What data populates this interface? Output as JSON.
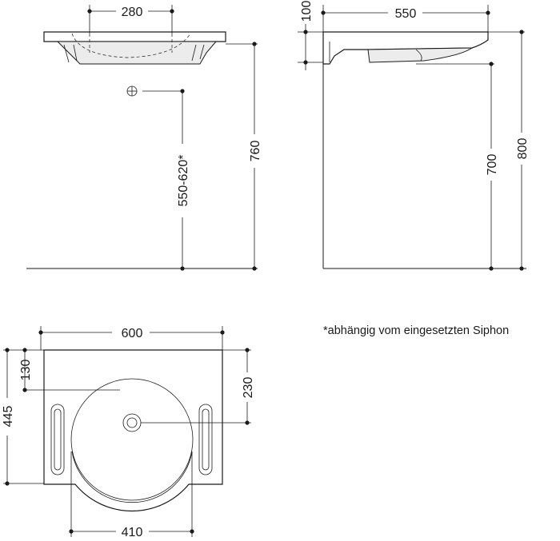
{
  "dimensions": {
    "top_width_280": "280",
    "height_760": "760",
    "height_range": "550-620*",
    "side_depth_550": "550",
    "side_thickness_100": "100",
    "side_height_700": "700",
    "side_height_800": "800",
    "plan_width_600": "600",
    "plan_offset_130": "130",
    "plan_depth_445": "445",
    "plan_drain_230": "230",
    "plan_bowl_410": "410"
  },
  "note": "*abhängig vom eingesetzten Siphon",
  "icons": {
    "drain_marker": "drain-symbol-icon"
  }
}
